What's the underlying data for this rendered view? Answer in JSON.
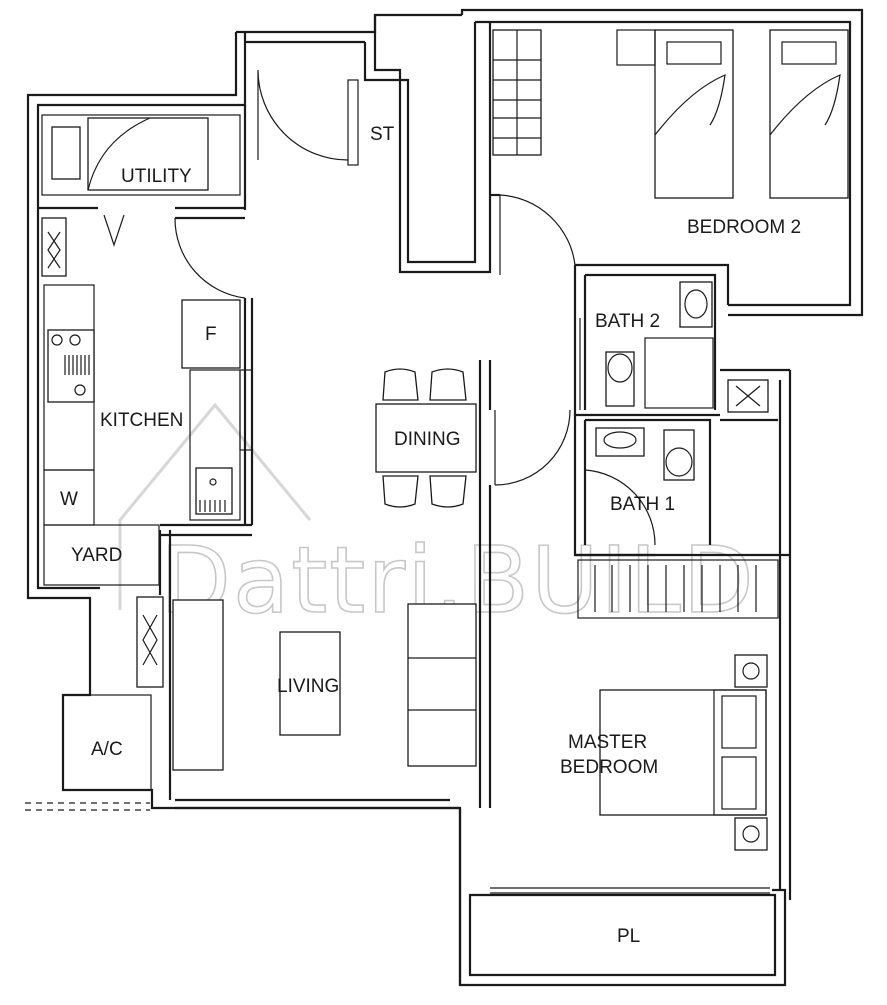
{
  "rooms": {
    "utility": "UTILITY",
    "store": "ST",
    "bedroom2": "BEDROOM 2",
    "bath2": "BATH 2",
    "fridge": "F",
    "kitchen": "KITCHEN",
    "dining": "DINING",
    "bath1": "BATH 1",
    "washer": "W",
    "yard": "YARD",
    "living": "LIVING",
    "ac": "A/C",
    "master_line1": "MASTER",
    "master_line2": "BEDROOM",
    "planter": "PL"
  },
  "watermark": "Dattri.BUILD"
}
